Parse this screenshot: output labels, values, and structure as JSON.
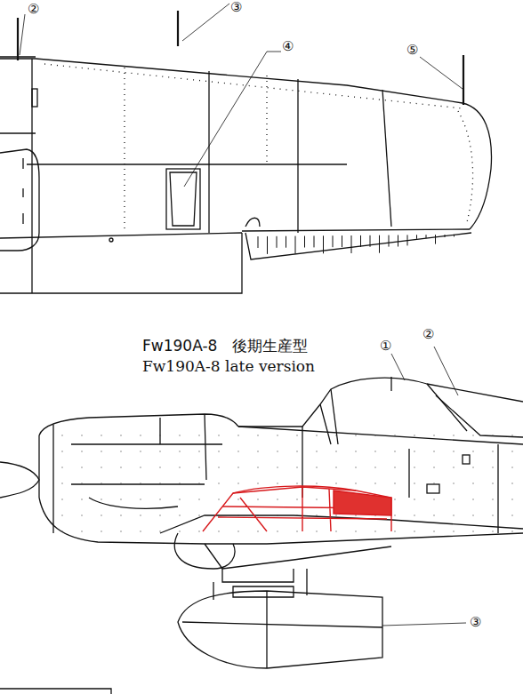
{
  "diagram": {
    "title": "Fw190A-8　後期生産型",
    "labels": [
      "②",
      "③",
      "④",
      "⑤",
      "Fw190A-8 late version",
      "①",
      "②",
      "③"
    ]
  }
}
